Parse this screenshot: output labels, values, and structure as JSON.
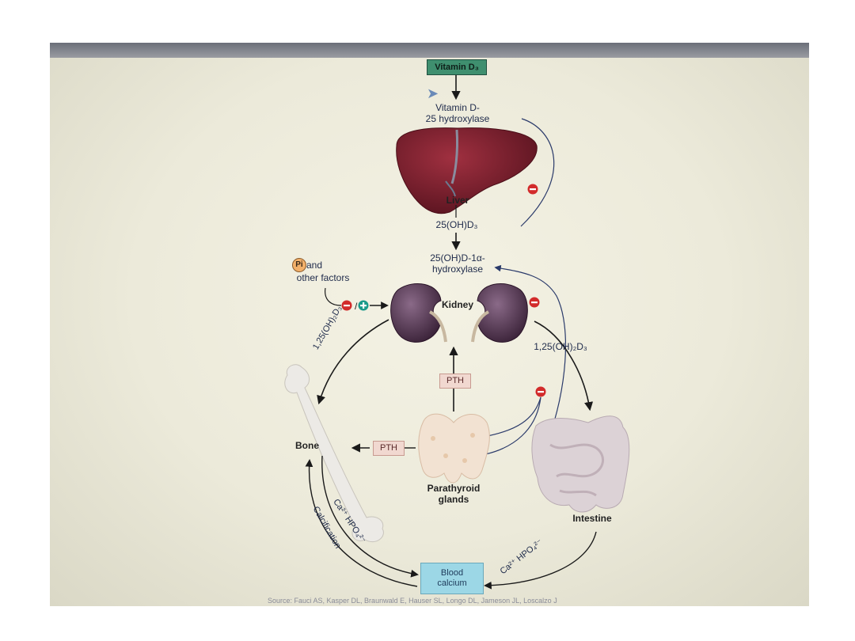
{
  "labels": {
    "vitamin_d3": "Vitamin D₃",
    "hydroxylase25_l1": "Vitamin D-",
    "hydroxylase25_l2": "25 hydroxylase",
    "liver": "Liver",
    "oh_d3": "25(OH)D₃",
    "alpha_l1": "25(OH)D-1α-",
    "alpha_l2": "hydroxylase",
    "p_badge": "Pi",
    "factors_l1": "and",
    "factors_l2": "other factors",
    "kidney": "Kidney",
    "dihydroxy_left": "1,25(OH)₂D₃",
    "dihydroxy_right": "1,25(OH)₂D₃",
    "pth_vertical": "PTH",
    "pth_horizontal": "PTH",
    "bone": "Bone",
    "parathyroid_l1": "Parathyroid",
    "parathyroid_l2": "glands",
    "intestine": "Intestine",
    "ca_hpo_bone": "Ca²⁺ HPO₄²⁻",
    "calcification": "Calcification",
    "ca_hpo_intestine": "Ca²⁺ HPO₄²⁻",
    "blood_l1": "Blood",
    "blood_l2": "calcium",
    "source": "Source: Fauci AS, Kasper DL, Braunwald E, Hauser SL, Longo DL, Jameson JL, Loscalzo J"
  },
  "colors": {
    "inhibit": "#d22b2b",
    "stimulate": "#1a9a8a",
    "arrow": "#1a1a1a",
    "liver": "#7a1e2a",
    "kidney": "#5a3a52",
    "vitamin_box": "#3f8f6f",
    "blood_box": "#9cd7e6",
    "pth_box": "#f1d8d0"
  }
}
